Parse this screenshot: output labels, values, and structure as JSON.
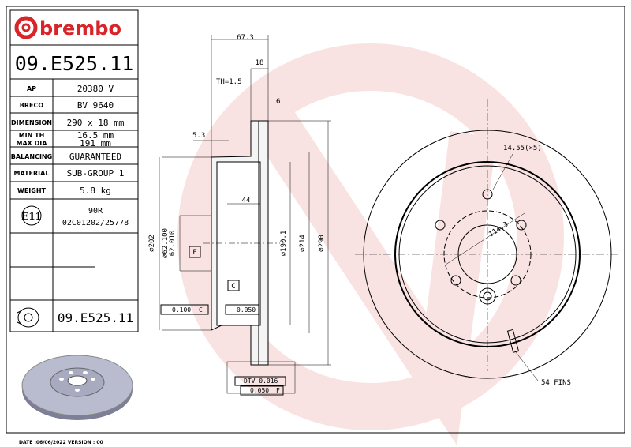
{
  "brand": {
    "name": "brembo",
    "color": "#d9252a"
  },
  "part_number": "09.E525.11",
  "specs": [
    {
      "label": "AP",
      "value": "20380 V"
    },
    {
      "label": "BRECO",
      "value": "BV 9640"
    },
    {
      "label": "DIMENSION",
      "value": "290 x 18 mm"
    },
    {
      "label": "MIN TH",
      "value": "16.5 mm",
      "label2": "MAX DIA",
      "value2": "191 mm"
    },
    {
      "label": "BALANCING",
      "value": "GUARANTEED"
    },
    {
      "label": "MATERIAL",
      "value": "SUB-GROUP 1"
    },
    {
      "label": "WEIGHT",
      "value": "5.8 kg"
    }
  ],
  "approval": {
    "mark": "E11",
    "line1": "90R",
    "line2": "02C01202/25778"
  },
  "footer_part_number": "09.E525.11",
  "footer": "DATE :06/06/2022 VERSION : 00",
  "dimensions": {
    "overall_height": "67.3",
    "thickness": "18",
    "th": "TH=1.5",
    "six": "6",
    "offset": "5.3",
    "depth": "44",
    "d202": "∅202",
    "d62a": "∅62.100",
    "d62b": "62.010",
    "d190": "∅190.1",
    "d214": "∅214",
    "d290": "∅290",
    "datum_f": "F",
    "datum_c": "C",
    "parallel": "0.100",
    "parallel_ref": "C",
    "flatness": "0.050",
    "dtv": "DTV 0.016",
    "runout": "0.050",
    "runout_ref": "F",
    "holes": "14.55(×5)",
    "pcd": "114.3",
    "fins": "54 FINS"
  }
}
